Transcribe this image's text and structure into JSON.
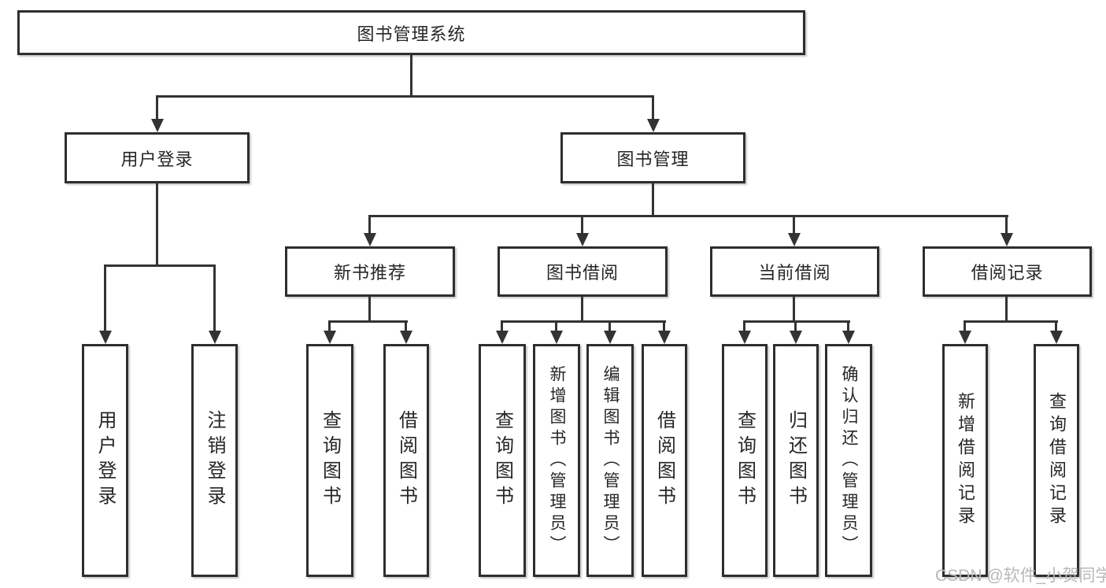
{
  "tree": {
    "root": {
      "label": "图书管理系统",
      "children": [
        {
          "label": "用户登录",
          "children": [
            {
              "label": "用户登录"
            },
            {
              "label": "注销登录"
            }
          ]
        },
        {
          "label": "图书管理",
          "children": [
            {
              "label": "新书推荐",
              "children": [
                {
                  "label": "查询图书"
                },
                {
                  "label": "借阅图书"
                }
              ]
            },
            {
              "label": "图书借阅",
              "children": [
                {
                  "label": "查询图书"
                },
                {
                  "label": "新增图书（管理员）"
                },
                {
                  "label": "编辑图书（管理员）"
                },
                {
                  "label": "借阅图书"
                }
              ]
            },
            {
              "label": "当前借阅",
              "children": [
                {
                  "label": "查询图书"
                },
                {
                  "label": "归还图书"
                },
                {
                  "label": "确认归还（管理员）"
                }
              ]
            },
            {
              "label": "借阅记录",
              "children": [
                {
                  "label": "新增借阅记录"
                },
                {
                  "label": "查询借阅记录"
                }
              ]
            }
          ]
        }
      ]
    }
  },
  "watermark": {
    "text": "CSDN @软件_小贺同学"
  },
  "colors": {
    "line": "#333333",
    "box_border": "#2e2e2e",
    "box_background": "#ffffff",
    "text": "#262626",
    "watermark": "#b8b8b8"
  }
}
